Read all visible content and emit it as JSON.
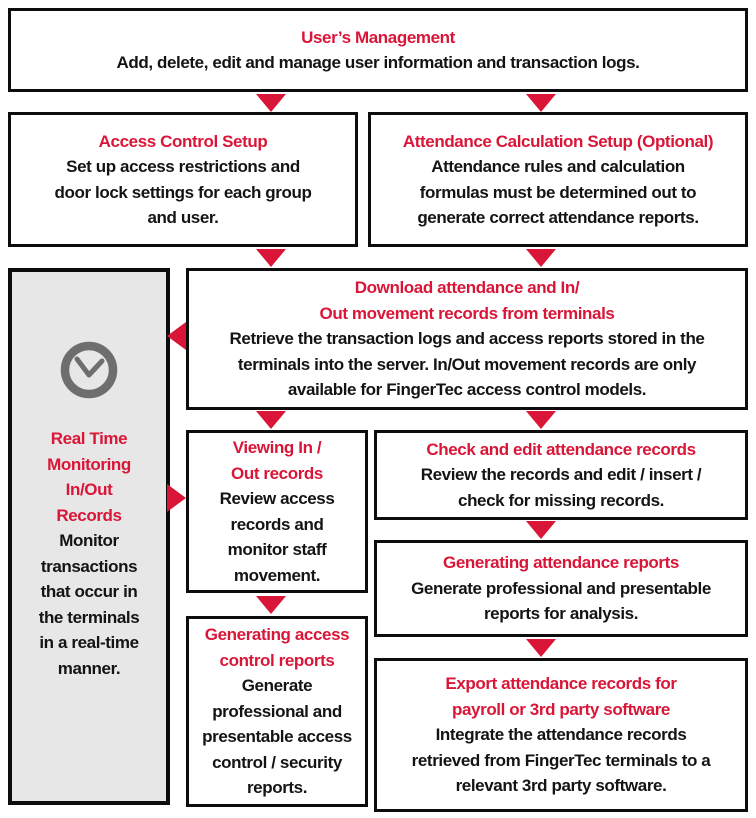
{
  "colors": {
    "accent": "#da1638",
    "border": "#0d0d0d",
    "text": "#141414",
    "gray_fill": "#e7e7e7",
    "clock_gray": "#6e6e6e"
  },
  "boxes": {
    "users_management": {
      "title": "User’s Management",
      "body": "Add, delete, edit and manage user information and transaction logs."
    },
    "access_control_setup": {
      "title": "Access Control Setup",
      "body": "Set up access restrictions and\ndoor lock settings for each group\nand user."
    },
    "attendance_calculation_setup": {
      "title": "Attendance Calculation Setup (Optional)",
      "body": "Attendance rules and calculation\nformulas must be determined out to\ngenerate correct attendance reports."
    },
    "real_time_monitoring": {
      "icon": "clock-icon",
      "title": "Real Time\nMonitoring\nIn/Out\nRecords",
      "body": "Monitor\ntransactions\nthat occur in\nthe terminals\nin a real-time\nmanner."
    },
    "download_records": {
      "title": "Download attendance and In/\nOut movement records from terminals",
      "body": "Retrieve the transaction logs and access reports stored in the\nterminals into the server. In/Out movement records are only\navailable for FingerTec access control models."
    },
    "viewing_in_out": {
      "title": "Viewing In /\nOut records",
      "body": "Review access\nrecords and\nmonitor staff\nmovement."
    },
    "check_edit_attendance": {
      "title": "Check and edit attendance records",
      "body": "Review the records and edit / insert /\ncheck for missing records."
    },
    "generating_attendance_reports": {
      "title": "Generating attendance reports",
      "body": "Generate professional and presentable\nreports for analysis."
    },
    "generating_access_reports": {
      "title": "Generating access\ncontrol reports",
      "body": "Generate\nprofessional and\npresentable access\ncontrol / security\nreports."
    },
    "export_attendance": {
      "title": "Export attendance records for\npayroll or 3rd party software",
      "body": "Integrate the attendance records\nretrieved from FingerTec terminals to a\nrelevant 3rd party software."
    }
  }
}
